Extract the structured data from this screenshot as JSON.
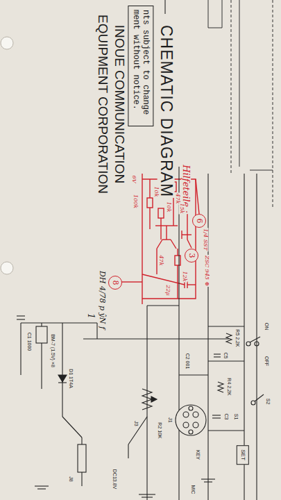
{
  "diagram": {
    "title": "CHEMATIC DIAGRAM",
    "nodes": [
      {
        "text": [
          "nts subject to change ment without notice."
        ]
      },
      {
        "text": [
          "6"
        ]
      },
      {
        "text": [
          "3"
        ]
      },
      {
        "text": [
          "8"
        ]
      },
      {
        "text": [
          "SET"
        ]
      }
    ],
    "labels": [
      "INOUE COMMUNICATION",
      "EQUIPMENT CORPORATION",
      "Hilfeteile :",
      "1/4 SST",
      "ZSC 945 ⊕",
      "15k",
      "12k",
      "10k",
      "47k",
      "22µ",
      "47k",
      "10k",
      "100k",
      "6V",
      "DH 4/78 p ŷN f",
      "1",
      "C1 1000",
      "BM-7 (1.5V) ×8",
      "D1 1T4A",
      "J8",
      "DC13.8V",
      "J3",
      "R2 10K",
      "KEY",
      "MIC",
      "J1",
      "C2 001",
      "C5",
      "R5 2.2K",
      "R4 2.2K",
      "C3",
      "S1",
      "OFF",
      "ON",
      "S2"
    ]
  }
}
